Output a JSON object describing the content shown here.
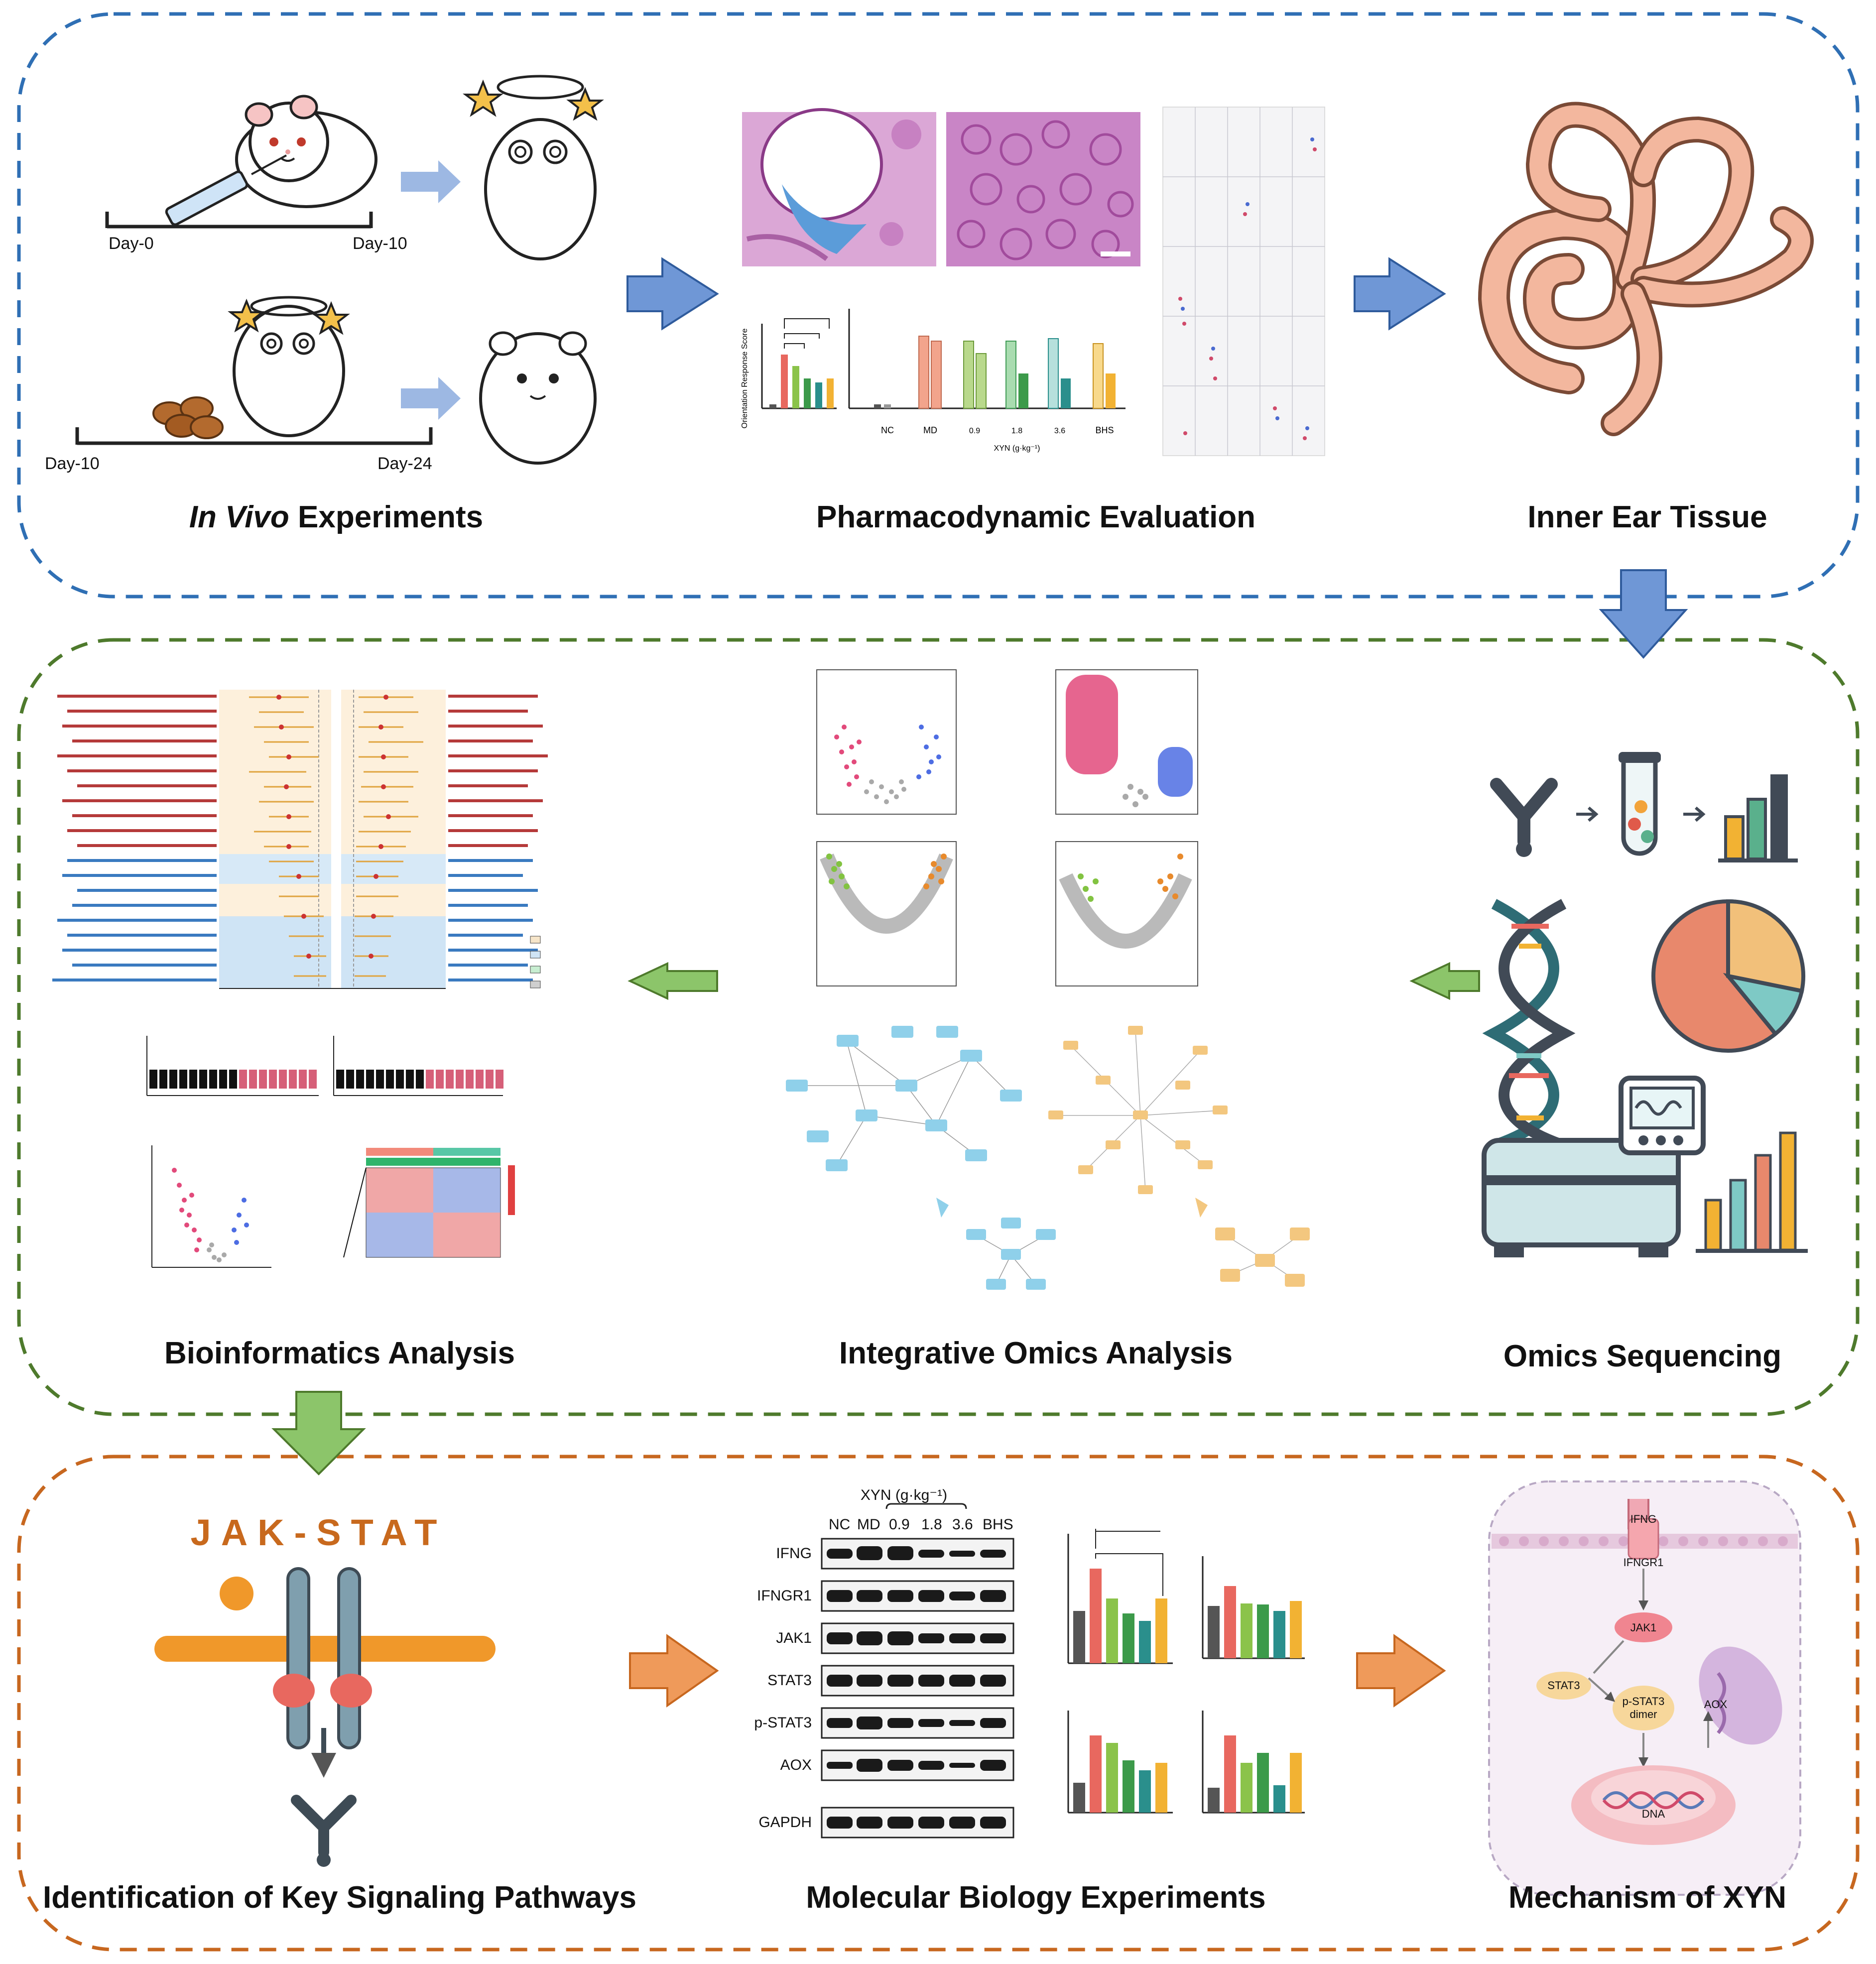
{
  "panels": [
    {
      "id": "in-vivo",
      "border_color": "#2f6fb4"
    },
    {
      "id": "omics",
      "border_color": "#4e7a2c"
    },
    {
      "id": "mechanism",
      "border_color": "#c7671f"
    }
  ],
  "labels": {
    "in_vivo_italic": "In Vivo",
    "in_vivo_rest": " Experiments",
    "pharmacodynamic": "Pharmacodynamic Evaluation",
    "inner_ear": "Inner Ear Tissue",
    "bioinformatics": "Bioinformatics Analysis",
    "integrative": "Integrative Omics Analysis",
    "omics_sequencing": "Omics Sequencing",
    "key_pathways": "Identification of Key Signaling Pathways",
    "molecular": "Molecular Biology Experiments",
    "mechanism": "Mechanism of XYN"
  },
  "timeline": {
    "top_start": "Day-0",
    "top_end": "Day-10",
    "bottom_start": "Day-10",
    "bottom_end": "Day-24"
  },
  "jak_stat": "JAK-STAT",
  "western_blot": {
    "group_header": "XYN (g·kg⁻¹)",
    "lanes": [
      "NC",
      "MD",
      "0.9",
      "1.8",
      "3.6",
      "BHS"
    ],
    "proteins": [
      "IFNG",
      "IFNGR1",
      "JAK1",
      "STAT3",
      "p-STAT3",
      "AOX",
      "GAPDH"
    ]
  },
  "mechanism_labels": {
    "ifng": "IFNG",
    "ifngr1": "IFNGR1",
    "jak1": "JAK1",
    "stat3": "STAT3",
    "pstat3_l1": "p-STAT3",
    "pstat3_l2": "dimer",
    "aox": "AOX",
    "dna": "DNA"
  },
  "pharm_chart": {
    "groups": [
      "NC",
      "MD",
      "0.9",
      "1.8",
      "3.6",
      "BHS"
    ],
    "xyn_label": "XYN (g·kg⁻¹)",
    "ylabel": "Orientation Response Score"
  },
  "bar_colors": {
    "NC": "#555555",
    "MD": "#e8685f",
    "0.9": "#8bc34a",
    "1.8": "#3c9a4a",
    "3.6": "#2a8f8c",
    "BHS": "#f2b233"
  },
  "colors": {
    "arrow_blue": "#6f97d6",
    "arrow_green": "#8cc56a",
    "arrow_orange": "#ef9a5a",
    "volcano_down": "#e24a7b",
    "volcano_up": "#4d6de3",
    "volcano_stable": "#a9a9a9",
    "volcano_green": "#82c341",
    "volcano_orange": "#e88a2c",
    "network_blue": "#8fd0ea",
    "network_orange": "#f3c77f"
  }
}
